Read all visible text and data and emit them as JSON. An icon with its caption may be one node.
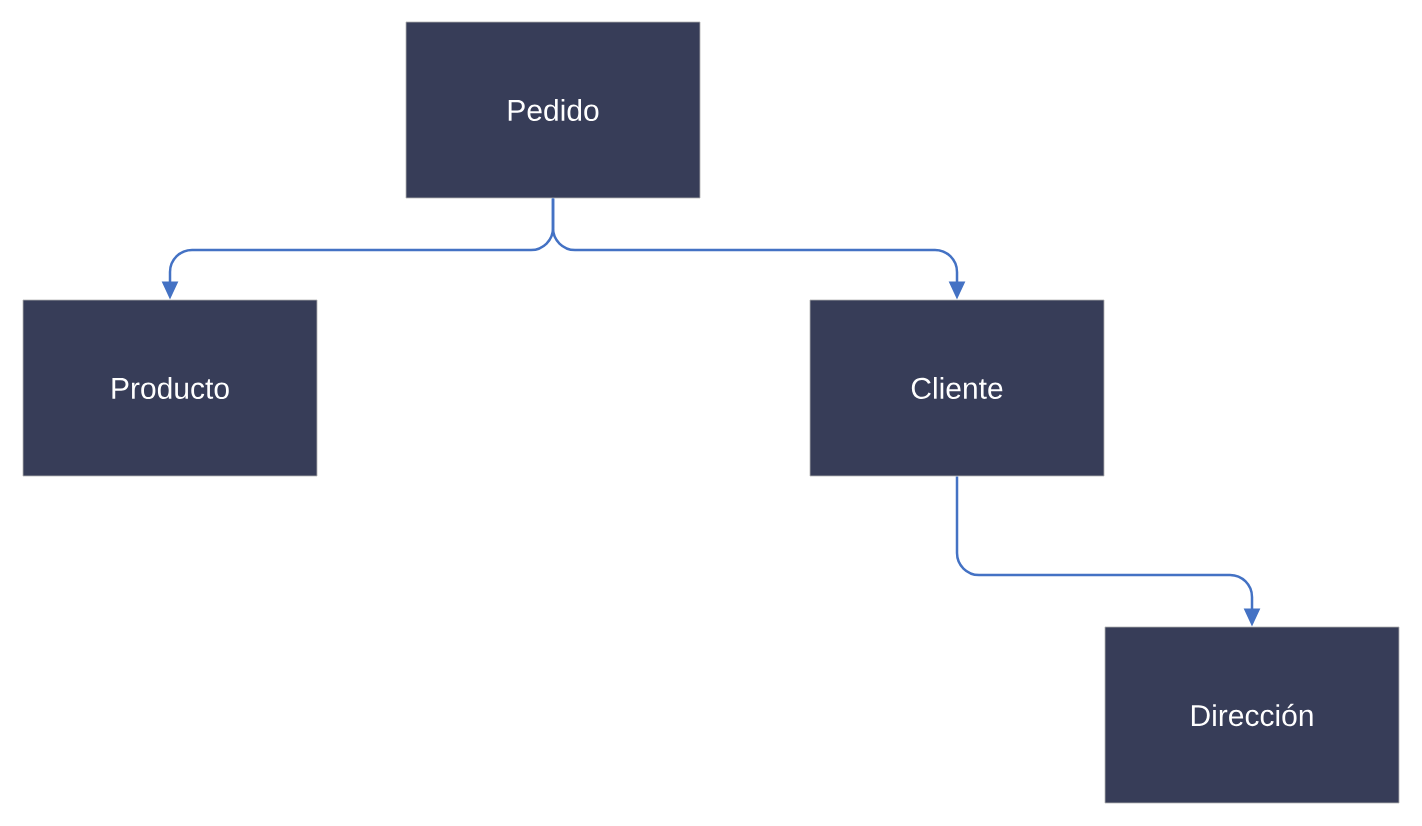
{
  "diagram": {
    "nodes": [
      {
        "text": [
          "Pedido"
        ]
      },
      {
        "text": [
          "Producto"
        ]
      },
      {
        "text": [
          "Cliente"
        ]
      },
      {
        "text": [
          "Dirección"
        ]
      }
    ],
    "edges": [
      {
        "from": 0,
        "to": 1,
        "arrow": "to"
      },
      {
        "from": 0,
        "to": 2,
        "arrow": "to"
      },
      {
        "from": 2,
        "to": 3,
        "arrow": "to"
      }
    ]
  }
}
